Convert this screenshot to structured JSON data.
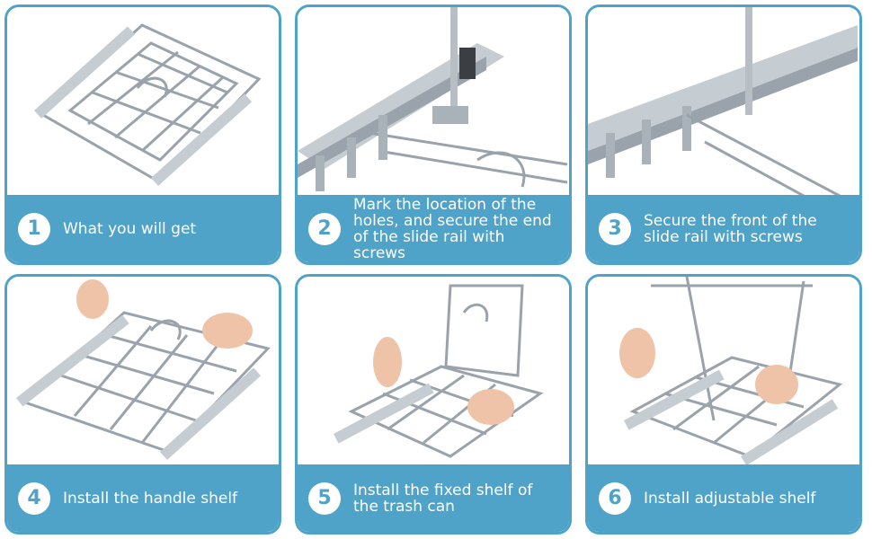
{
  "colors": {
    "accent": "#4fa3c8",
    "panel_bg": "#ffffff",
    "text": "#ffffff"
  },
  "steps": [
    {
      "number": "1",
      "text": "What you will get"
    },
    {
      "number": "2",
      "text": "Mark the location of the holes, and secure the end of the slide rail with screws"
    },
    {
      "number": "3",
      "text": "Secure the front of the slide rail with screws"
    },
    {
      "number": "4",
      "text": "Install the handle shelf"
    },
    {
      "number": "5",
      "text": "Install the fixed shelf of the trash can"
    },
    {
      "number": "6",
      "text": "Install adjustable shelf"
    }
  ]
}
